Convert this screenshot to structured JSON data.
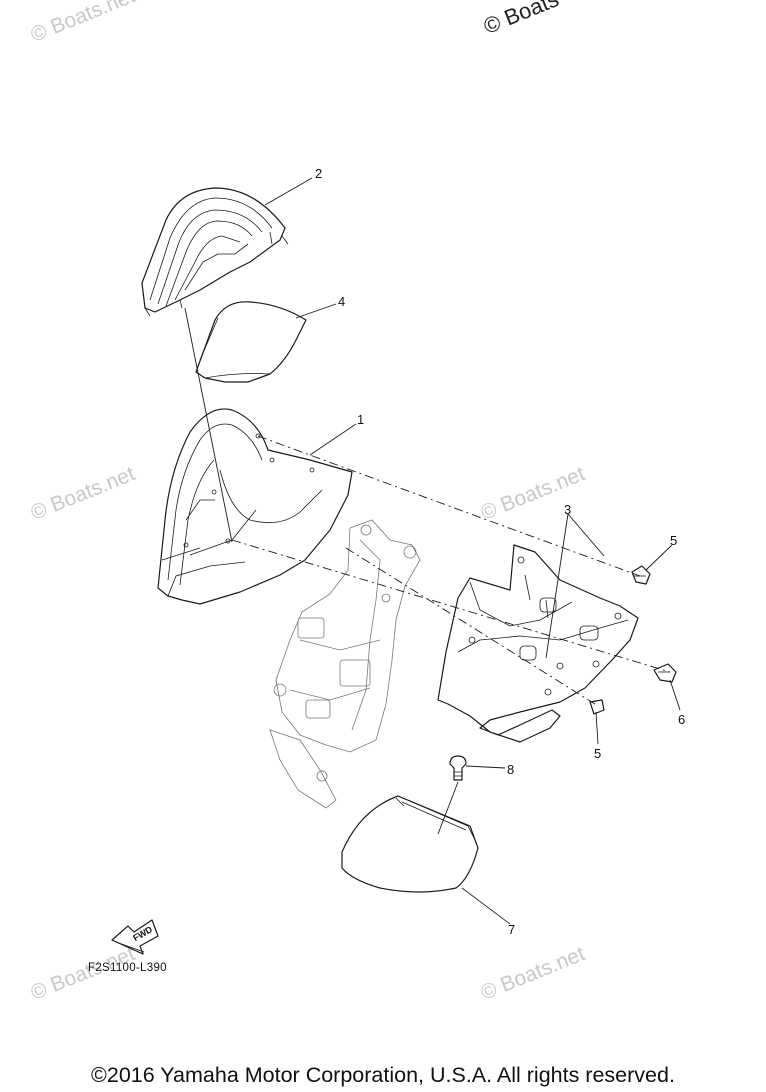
{
  "watermarks": {
    "top_left": "© Boats.net",
    "top_right": "© Boats",
    "mid_left": "© Boats.net",
    "mid_right": "© Boats.net",
    "bottom_left": "© Boats.net",
    "bottom_right": "© Boats.net"
  },
  "callouts": [
    "1",
    "2",
    "3",
    "4",
    "5",
    "5",
    "6",
    "7",
    "8"
  ],
  "fwd_label": "FWD",
  "drawing_code": "F2S1100-L390",
  "copyright": "©2016 Yamaha Motor Corporation, U.S.A. All rights reserved."
}
